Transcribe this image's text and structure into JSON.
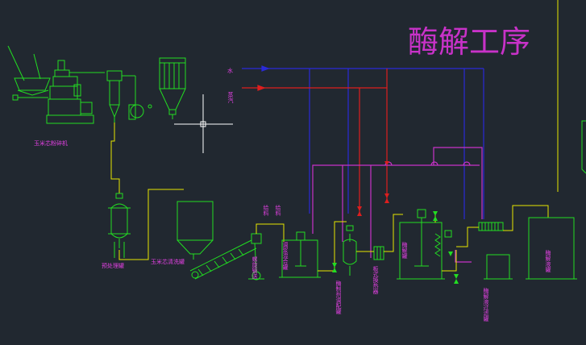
{
  "title": "酶解工序",
  "colors": {
    "background": "#212830",
    "title": "#c832c8",
    "equipment": "#22dd22",
    "feed_line": "#e6e600",
    "water_line": "#2a2ad8",
    "steam_line": "#dd1e1e",
    "magenta_line": "#c832c8",
    "label": "#e040e0",
    "crosshair": "#ffffff"
  },
  "inlets": {
    "water": "水",
    "steam": "蒸汽"
  },
  "labels": {
    "grinder": "玉米芯粉碎机",
    "pretreat_tank": "预处理罐",
    "washer": "玉米芯清洗罐",
    "screw_conveyor": "螺旋输送",
    "screw_conveyor_tag": "给料",
    "mix_tank": "调浆混合罐",
    "enz_tank": "酶制剂调配罐",
    "heat_exchanger": "板式换热器",
    "hydrolysis_tank": "酶解罐",
    "filter_tank": "酶解液过滤罐",
    "storage_tank": "酶解液罐"
  }
}
